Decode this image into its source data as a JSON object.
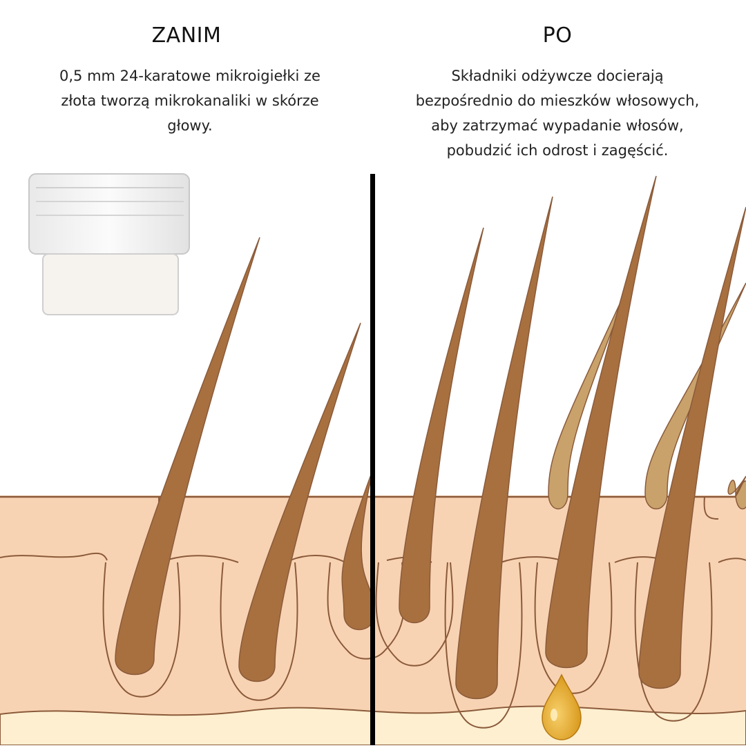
{
  "left_panel": {
    "heading": "ZANIM",
    "caption": "0,5 mm 24-karatowe mikroigiełki ze złota tworzą mikrokanaliki w skórze głowy."
  },
  "right_panel": {
    "heading": "PO",
    "caption": "Składniki odżywcze docierają bezpośrednio do mieszków włosowych, aby zatrzymać wypadanie włosów, pobudzić ich odrost i zagęścić."
  },
  "colors": {
    "skin": "#f8d3b3",
    "skin_deep": "#f4c59e",
    "dermis": "#fdefd0",
    "outline": "#8a5a3a",
    "hair": "#a8703f",
    "hair_light": "#c9a26b",
    "gold_needle": "#d8a24a",
    "serum": "#e7ad33"
  }
}
